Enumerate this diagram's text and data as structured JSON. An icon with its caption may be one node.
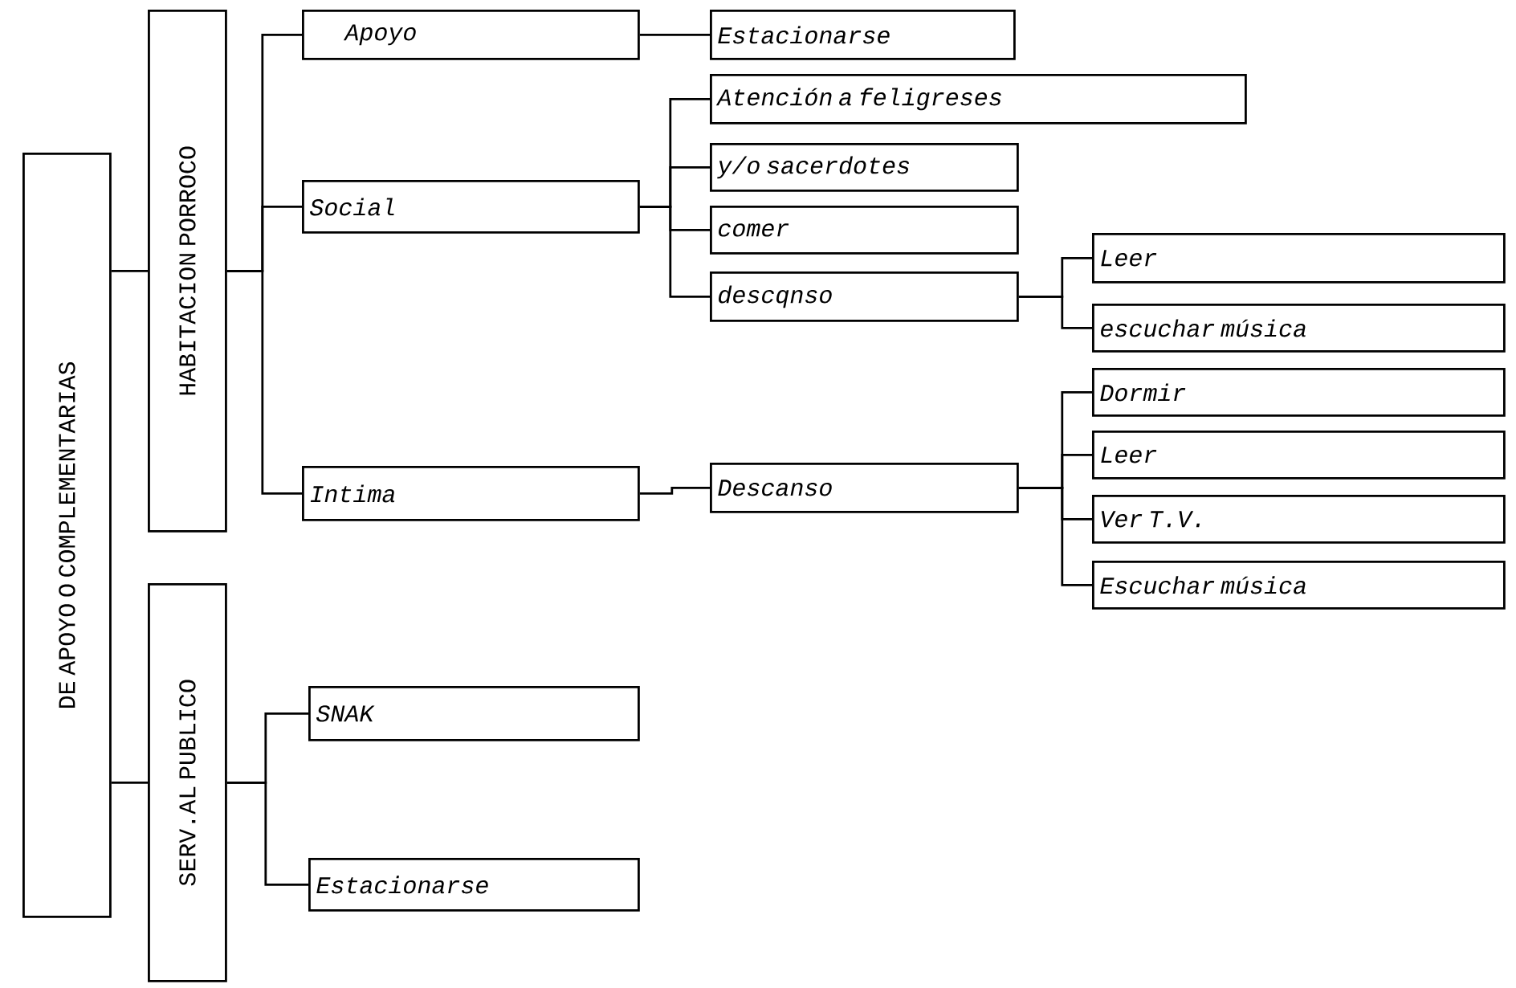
{
  "diagram": {
    "nodes": [
      {
        "text": [
          "DE APOYO O COMPLEMENTARIAS"
        ]
      },
      {
        "text": [
          "HABITACION PORROCO"
        ]
      },
      {
        "text": [
          "SERV.AL PUBLICO"
        ]
      },
      {
        "text": [
          "Apoyo"
        ]
      },
      {
        "text": [
          "Estacionarse"
        ]
      },
      {
        "text": [
          "Social"
        ]
      },
      {
        "text": [
          "Atención a feligreses"
        ]
      },
      {
        "text": [
          "y/o sacerdotes"
        ]
      },
      {
        "text": [
          "comer"
        ]
      },
      {
        "text": [
          "descqnso"
        ]
      },
      {
        "text": [
          "Leer"
        ]
      },
      {
        "text": [
          "escuchar música"
        ]
      },
      {
        "text": [
          "Intima"
        ]
      },
      {
        "text": [
          "Descanso"
        ]
      },
      {
        "text": [
          "Dormir"
        ]
      },
      {
        "text": [
          "Leer"
        ]
      },
      {
        "text": [
          "Ver T.V."
        ]
      },
      {
        "text": [
          "Escuchar música"
        ]
      },
      {
        "text": [
          "SNAK"
        ]
      },
      {
        "text": [
          "Estacionarse"
        ]
      }
    ],
    "edges": [
      {
        "from": 0,
        "to": 1,
        "arrow": "none"
      },
      {
        "from": 0,
        "to": 2,
        "arrow": "none"
      },
      {
        "from": 1,
        "to": 3,
        "arrow": "none"
      },
      {
        "from": 1,
        "to": 5,
        "arrow": "none"
      },
      {
        "from": 1,
        "to": 12,
        "arrow": "none"
      },
      {
        "from": 3,
        "to": 4,
        "arrow": "none"
      },
      {
        "from": 5,
        "to": 6,
        "arrow": "none"
      },
      {
        "from": 5,
        "to": 7,
        "arrow": "none"
      },
      {
        "from": 5,
        "to": 8,
        "arrow": "none"
      },
      {
        "from": 5,
        "to": 9,
        "arrow": "none"
      },
      {
        "from": 9,
        "to": 10,
        "arrow": "none"
      },
      {
        "from": 9,
        "to": 11,
        "arrow": "none"
      },
      {
        "from": 12,
        "to": 13,
        "arrow": "none"
      },
      {
        "from": 13,
        "to": 14,
        "arrow": "none"
      },
      {
        "from": 13,
        "to": 15,
        "arrow": "none"
      },
      {
        "from": 13,
        "to": 16,
        "arrow": "none"
      },
      {
        "from": 13,
        "to": 17,
        "arrow": "none"
      },
      {
        "from": 2,
        "to": 18,
        "arrow": "none"
      },
      {
        "from": 2,
        "to": 19,
        "arrow": "none"
      }
    ]
  }
}
